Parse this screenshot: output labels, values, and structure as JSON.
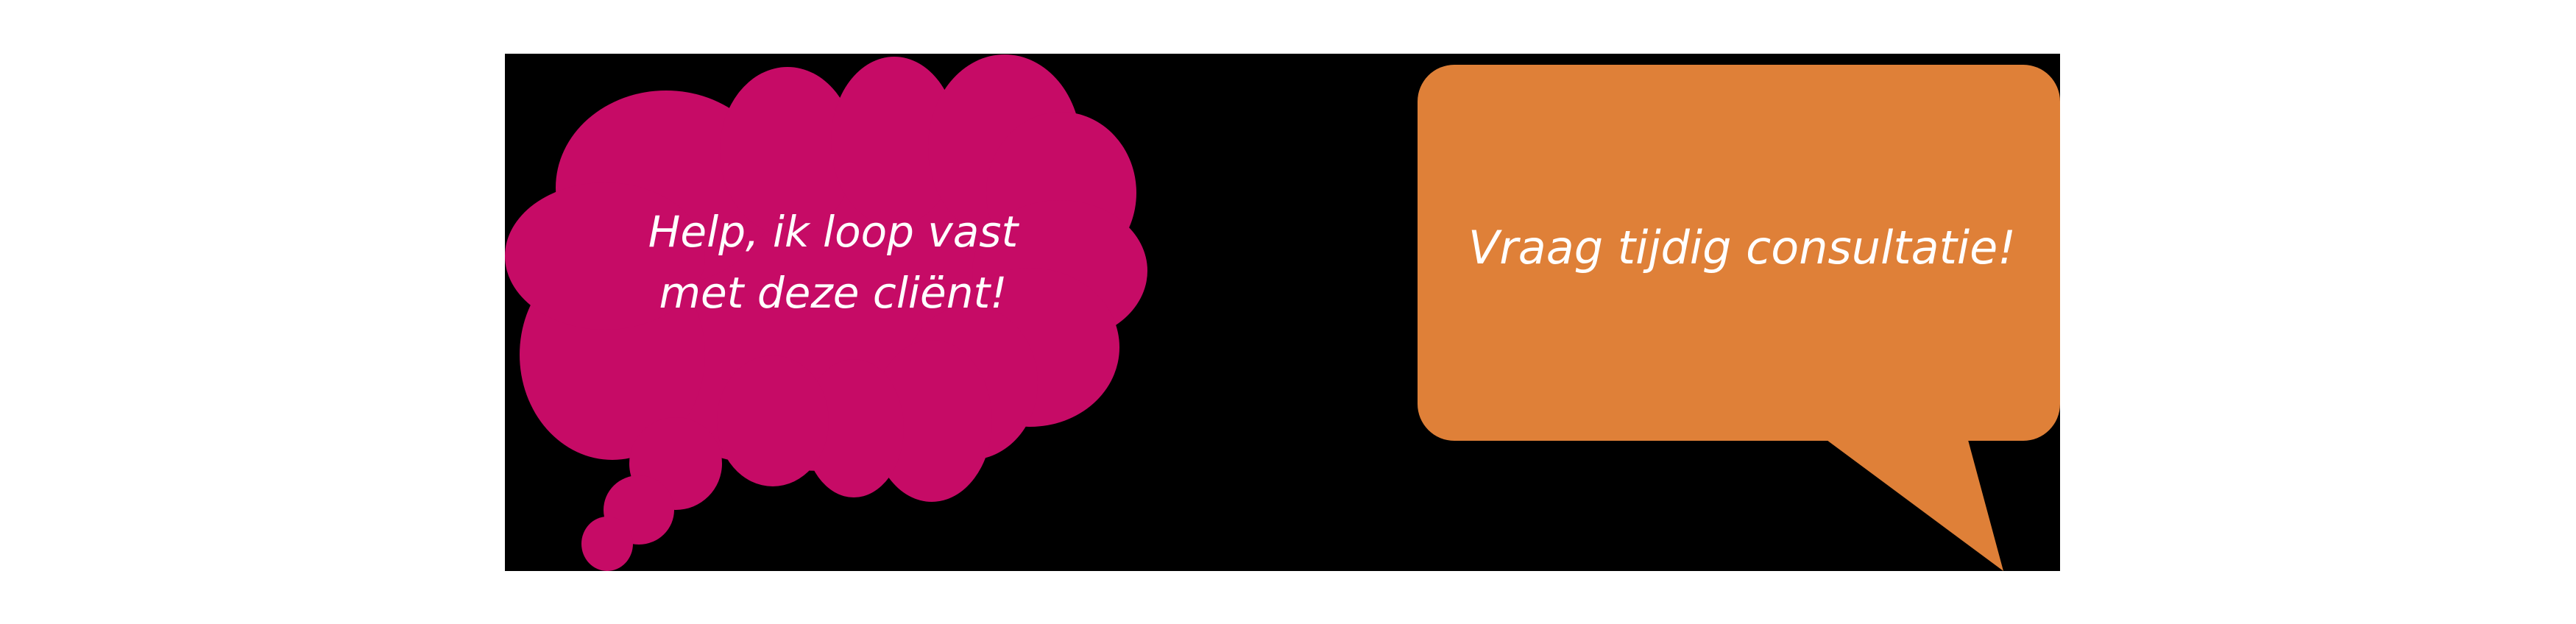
{
  "illustration": {
    "background_color": "#ffffff",
    "panel_color": "#000000",
    "thought_bubble": {
      "shape": "cloud-thought-bubble",
      "color": "#c60b66",
      "text_color": "#ffffff",
      "lines": [
        "Help, ik loop vast",
        "met deze cliënt!"
      ]
    },
    "speech_bubble": {
      "shape": "rounded-rectangle-speech-bubble",
      "color": "#df8038",
      "text_color": "#ffffff",
      "text": "Vraag tijdig consultatie!"
    }
  }
}
